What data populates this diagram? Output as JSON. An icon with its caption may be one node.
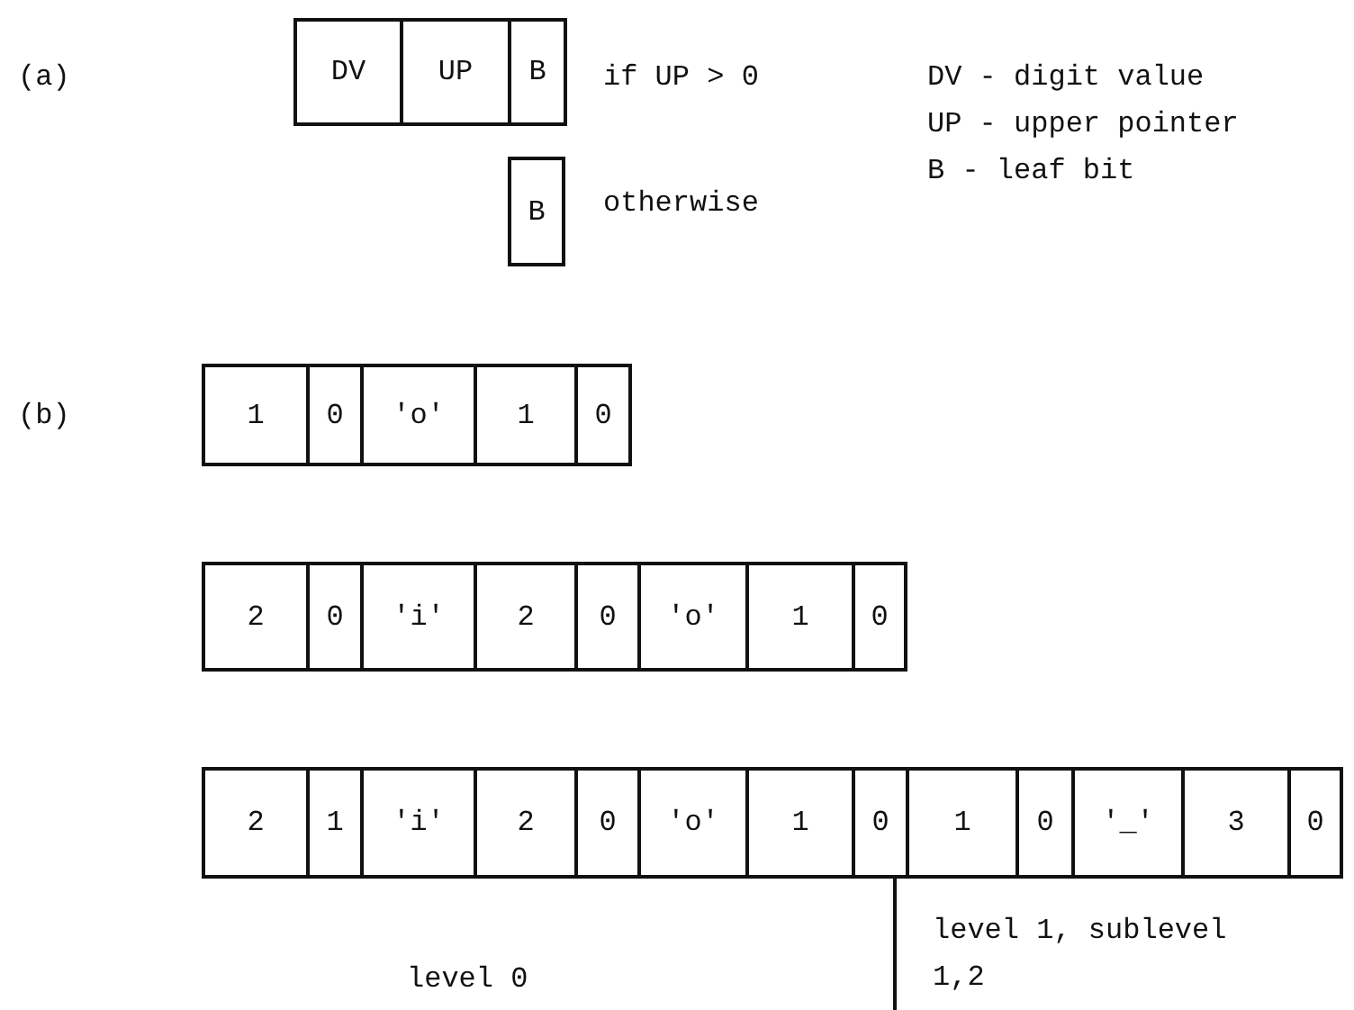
{
  "diagram": {
    "nodes": [
      {
        "text": [
          "DV"
        ]
      },
      {
        "text": [
          "UP"
        ]
      },
      {
        "text": [
          "B"
        ]
      },
      {
        "text": [
          "B"
        ]
      },
      {
        "text": [
          "1"
        ]
      },
      {
        "text": [
          "0"
        ]
      },
      {
        "text": [
          "'o'"
        ]
      },
      {
        "text": [
          "1"
        ]
      },
      {
        "text": [
          "0"
        ]
      },
      {
        "text": [
          "2"
        ]
      },
      {
        "text": [
          "0"
        ]
      },
      {
        "text": [
          "'i'"
        ]
      },
      {
        "text": [
          "2"
        ]
      },
      {
        "text": [
          "0"
        ]
      },
      {
        "text": [
          "'o'"
        ]
      },
      {
        "text": [
          "1"
        ]
      },
      {
        "text": [
          "0"
        ]
      },
      {
        "text": [
          "2"
        ]
      },
      {
        "text": [
          "1"
        ]
      },
      {
        "text": [
          "'i'"
        ]
      },
      {
        "text": [
          "2"
        ]
      },
      {
        "text": [
          "0"
        ]
      },
      {
        "text": [
          "'o'"
        ]
      },
      {
        "text": [
          "1"
        ]
      },
      {
        "text": [
          "0"
        ]
      },
      {
        "text": [
          "1"
        ]
      },
      {
        "text": [
          "0"
        ]
      },
      {
        "text": [
          "'_'"
        ]
      },
      {
        "text": [
          "3"
        ]
      },
      {
        "text": [
          "0"
        ]
      }
    ],
    "edges": [],
    "labels": [
      "(a)",
      "if UP > 0",
      "DV - digit value",
      "UP - upper pointer",
      "B - leaf bit",
      "otherwise",
      "(b)",
      "level 0",
      "level 1, sublevel 1,2"
    ]
  }
}
